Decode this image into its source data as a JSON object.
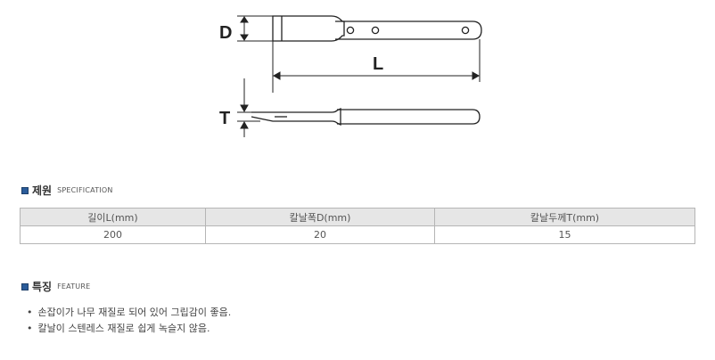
{
  "drawing": {
    "label_d": "D",
    "label_l": "L",
    "label_t": "T"
  },
  "spec": {
    "title": "제원",
    "title_en": "SPECIFICATION",
    "headers": [
      "길이L(mm)",
      "칼날폭D(mm)",
      "칼날두께T(mm)"
    ],
    "row": [
      "200",
      "20",
      "15"
    ]
  },
  "feature": {
    "title": "특징",
    "title_en": "FEATURE",
    "items": [
      "손잡이가 나무 재질로 되어 있어 그립감이 좋음.",
      "칼날이 스텐레스 재질로 쉽게 녹슬지 않음."
    ]
  },
  "colors": {
    "bullet": "#2b5c9a",
    "header_bg": "#e6e6e6",
    "border": "#b5b5b5"
  }
}
